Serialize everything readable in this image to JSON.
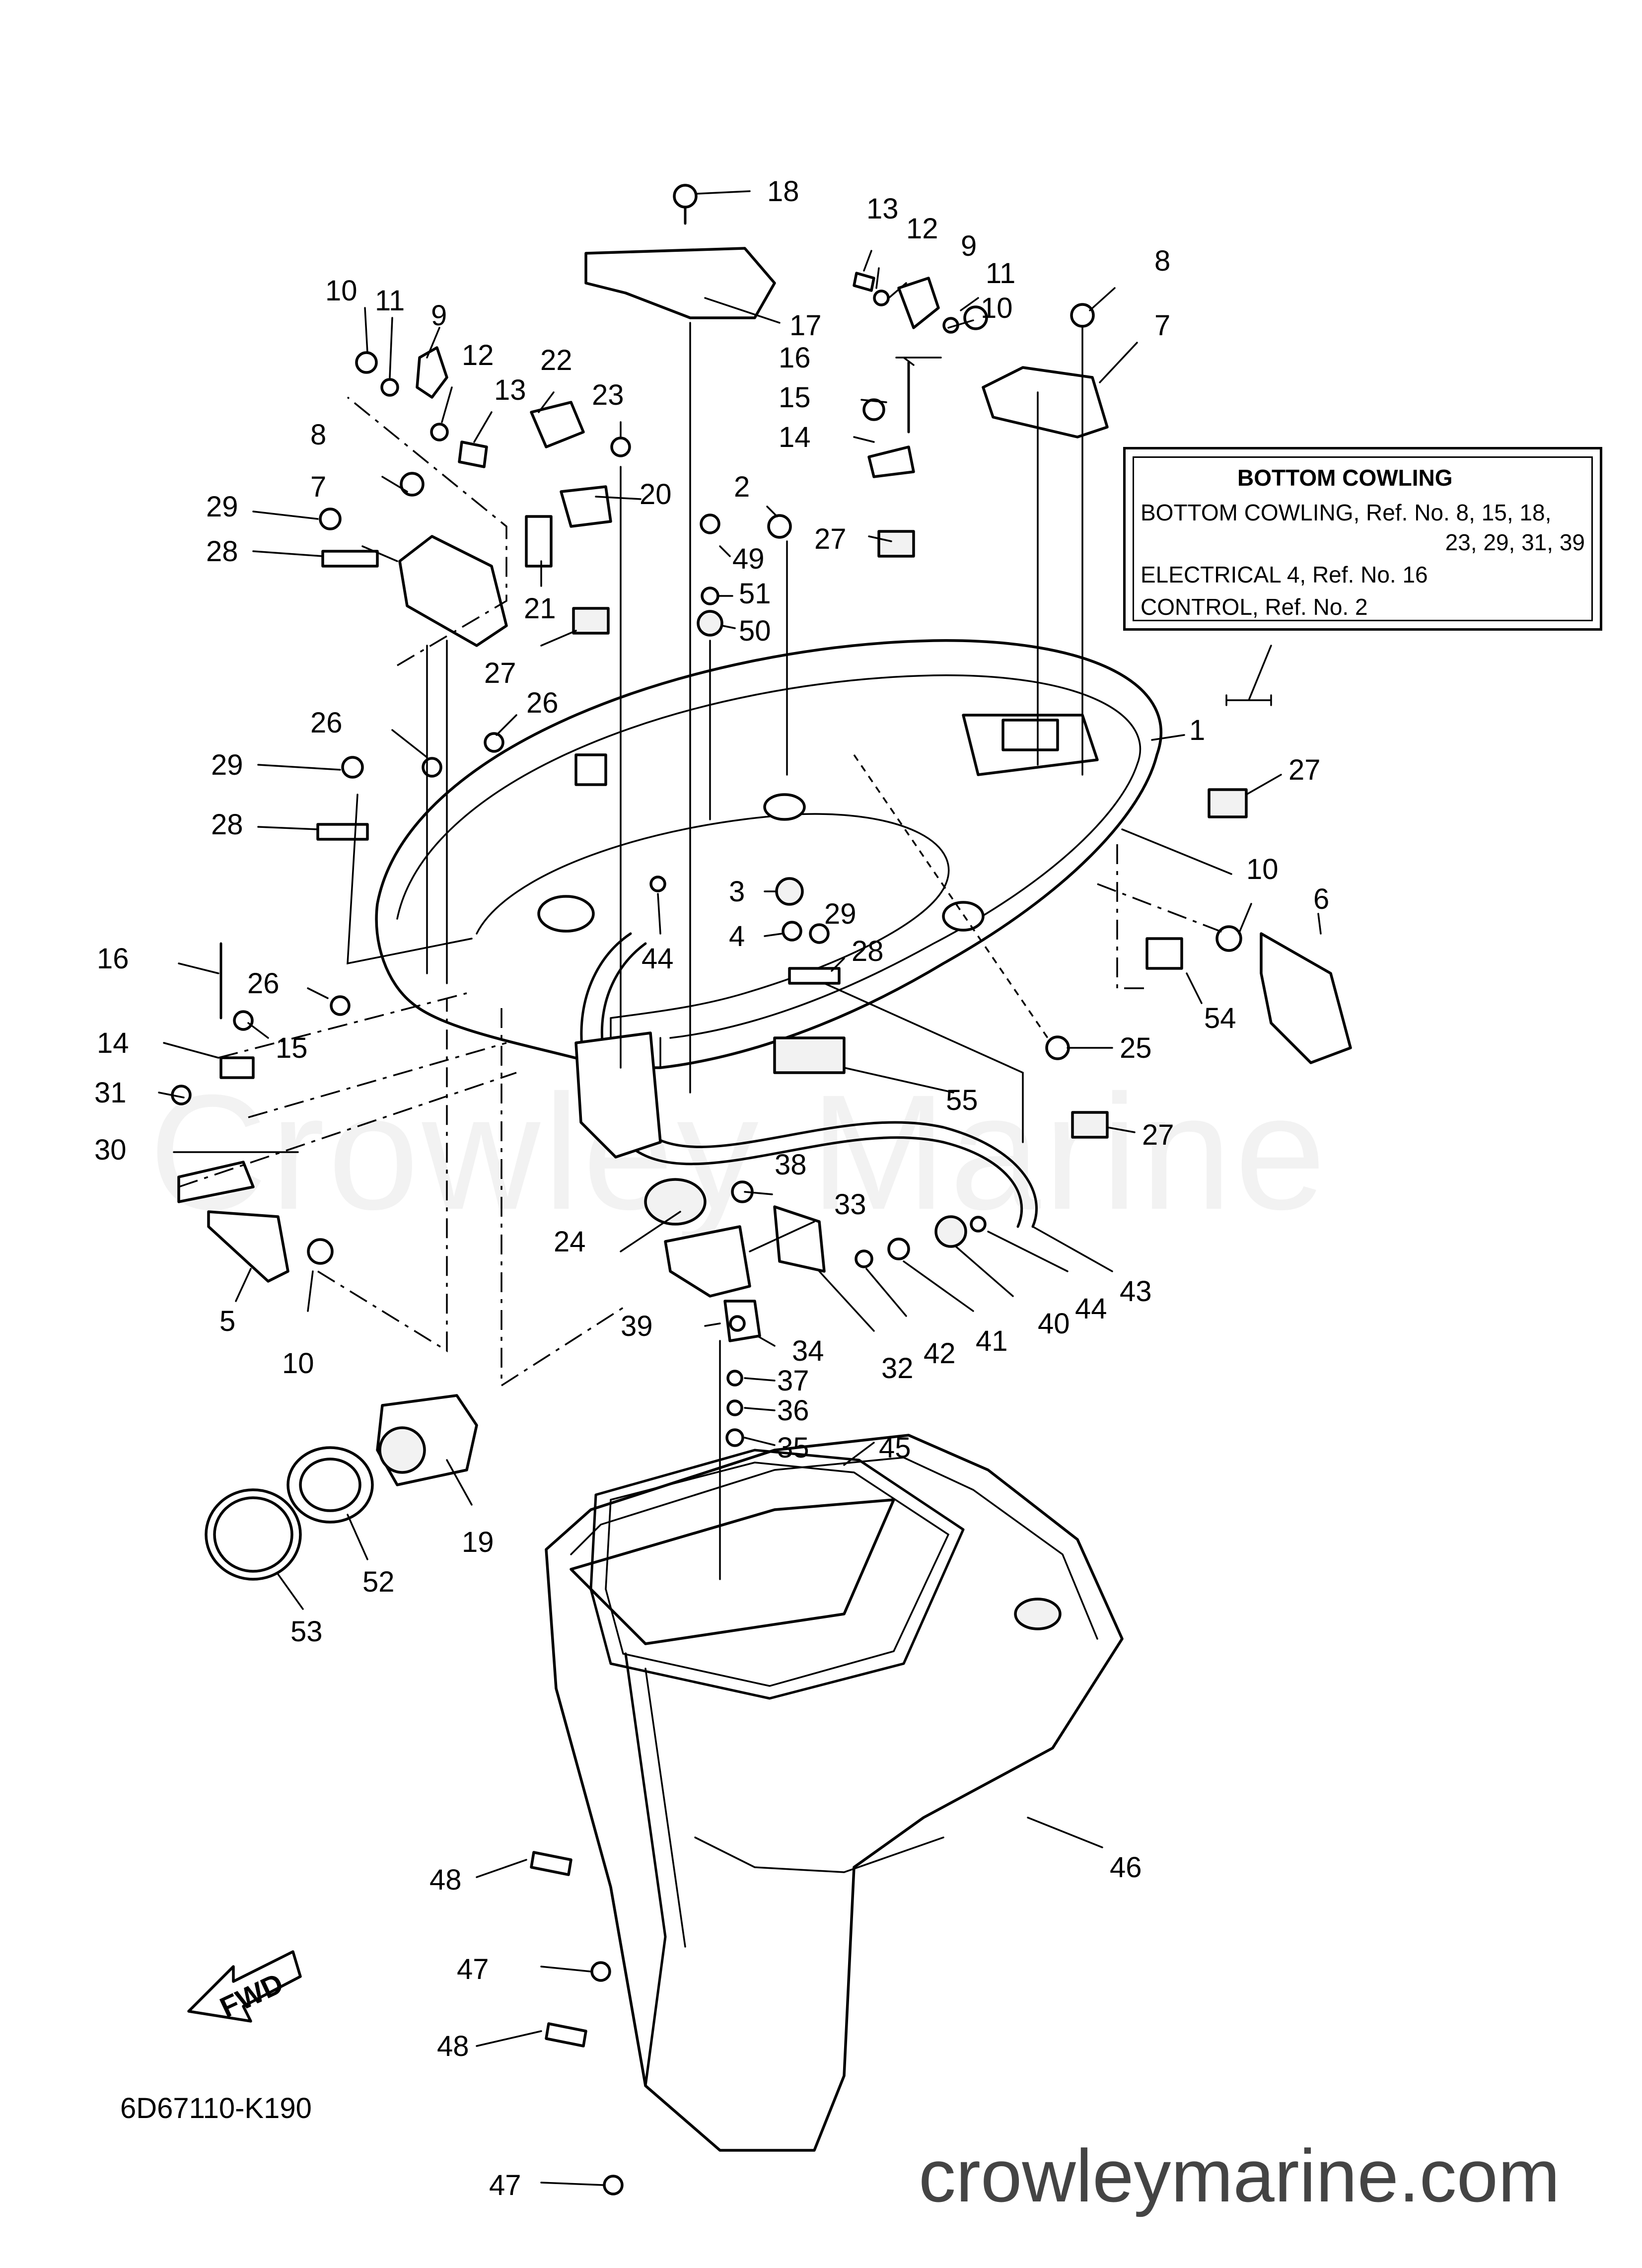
{
  "watermark": "Crowley Marine",
  "site_url": "crowleymarine.com",
  "drawing_code": "6D67110-K190",
  "fwd_label": "FWD",
  "info_box": {
    "title": "BOTTOM COWLING",
    "line1": "BOTTOM COWLING,  Ref. No. 8, 15, 18,",
    "line2": "23, 29, 31, 39",
    "line3": "ELECTRICAL 4,  Ref. No. 16",
    "line4": "CONTROL,  Ref. No. 2"
  },
  "callouts": [
    {
      "label": "1"
    },
    {
      "label": "2"
    },
    {
      "label": "3"
    },
    {
      "label": "4"
    },
    {
      "label": "5"
    },
    {
      "label": "6"
    },
    {
      "label": "7"
    },
    {
      "label": "7"
    },
    {
      "label": "8"
    },
    {
      "label": "8"
    },
    {
      "label": "9"
    },
    {
      "label": "9"
    },
    {
      "label": "10"
    },
    {
      "label": "10"
    },
    {
      "label": "10"
    },
    {
      "label": "10"
    },
    {
      "label": "11"
    },
    {
      "label": "11"
    },
    {
      "label": "12"
    },
    {
      "label": "12"
    },
    {
      "label": "13"
    },
    {
      "label": "13"
    },
    {
      "label": "14"
    },
    {
      "label": "14"
    },
    {
      "label": "15"
    },
    {
      "label": "15"
    },
    {
      "label": "16"
    },
    {
      "label": "16"
    },
    {
      "label": "17"
    },
    {
      "label": "18"
    },
    {
      "label": "19"
    },
    {
      "label": "20"
    },
    {
      "label": "21"
    },
    {
      "label": "22"
    },
    {
      "label": "23"
    },
    {
      "label": "24"
    },
    {
      "label": "25"
    },
    {
      "label": "26"
    },
    {
      "label": "26"
    },
    {
      "label": "26"
    },
    {
      "label": "27"
    },
    {
      "label": "27"
    },
    {
      "label": "27"
    },
    {
      "label": "27"
    },
    {
      "label": "28"
    },
    {
      "label": "28"
    },
    {
      "label": "28"
    },
    {
      "label": "29"
    },
    {
      "label": "29"
    },
    {
      "label": "29"
    },
    {
      "label": "30"
    },
    {
      "label": "31"
    },
    {
      "label": "32"
    },
    {
      "label": "33"
    },
    {
      "label": "34"
    },
    {
      "label": "35"
    },
    {
      "label": "36"
    },
    {
      "label": "37"
    },
    {
      "label": "38"
    },
    {
      "label": "39"
    },
    {
      "label": "40"
    },
    {
      "label": "41"
    },
    {
      "label": "42"
    },
    {
      "label": "43"
    },
    {
      "label": "44"
    },
    {
      "label": "44"
    },
    {
      "label": "45"
    },
    {
      "label": "46"
    },
    {
      "label": "47"
    },
    {
      "label": "47"
    },
    {
      "label": "48"
    },
    {
      "label": "48"
    },
    {
      "label": "49"
    },
    {
      "label": "50"
    },
    {
      "label": "51"
    },
    {
      "label": "52"
    },
    {
      "label": "53"
    },
    {
      "label": "54"
    },
    {
      "label": "55"
    }
  ]
}
